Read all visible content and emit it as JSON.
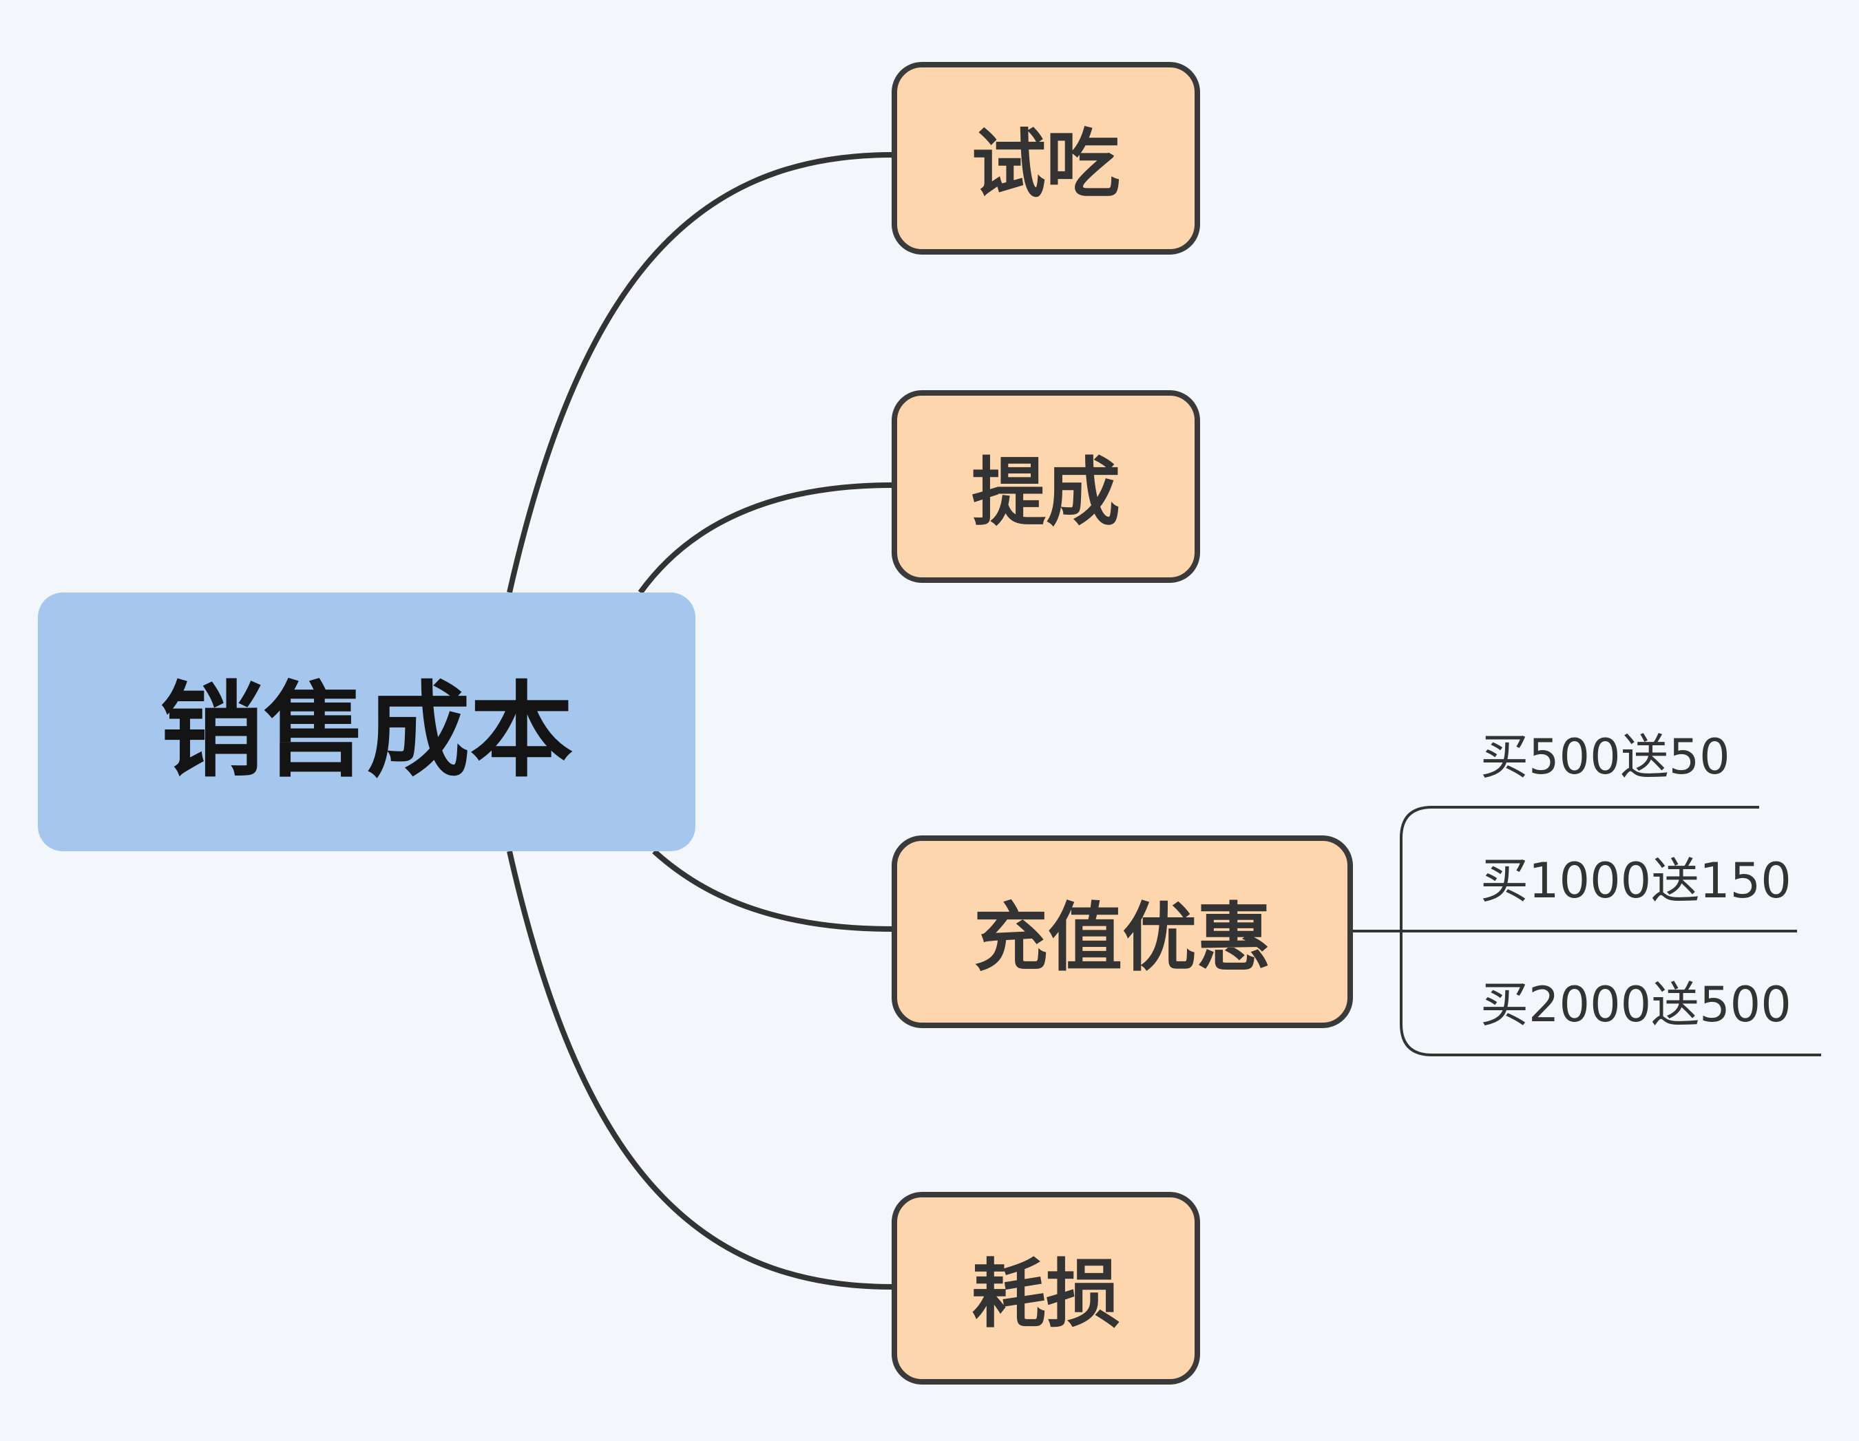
{
  "mindmap": {
    "central": {
      "label": "销售成本"
    },
    "branches": [
      {
        "label": "试吃"
      },
      {
        "label": "提成"
      },
      {
        "label": "充值优惠",
        "children": [
          "买500送50",
          "买1000送150",
          "买2000送500"
        ]
      },
      {
        "label": "耗损"
      }
    ]
  },
  "colors": {
    "background": "#f3f7fc",
    "central_fill": "#a5c7ee",
    "branch_fill": "#fdd6ae",
    "line": "#333333"
  }
}
